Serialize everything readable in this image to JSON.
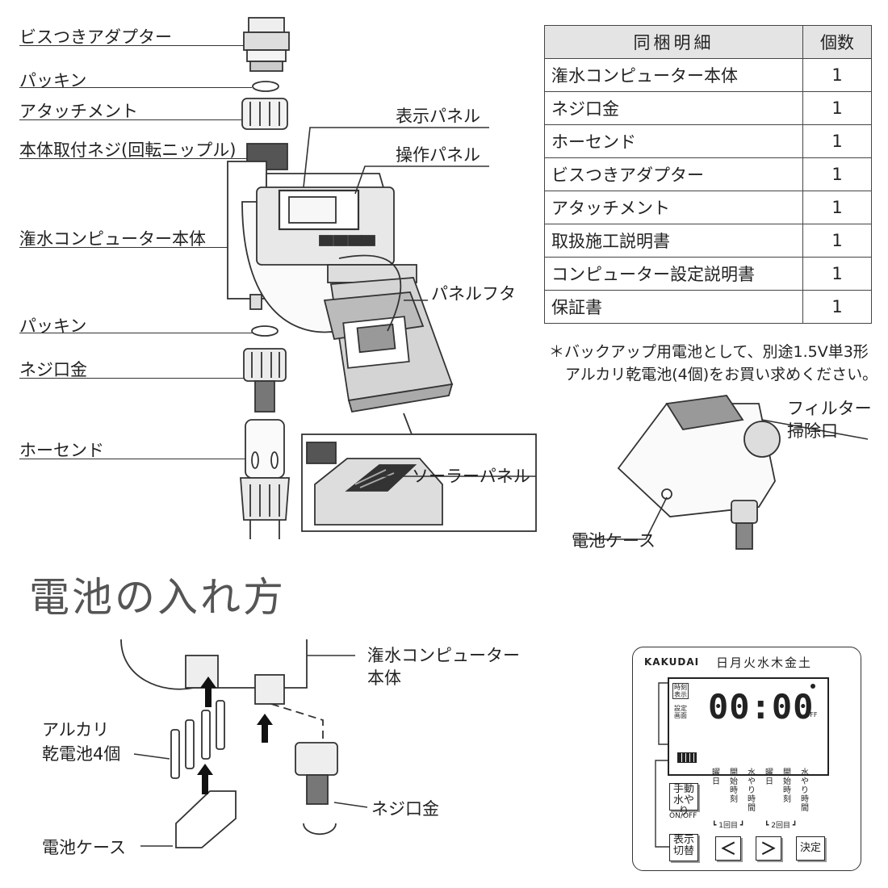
{
  "left_labels": {
    "screw_adapter": "ビスつきアダプター",
    "packing_top": "パッキン",
    "attachment": "アタッチメント",
    "body_nipple": "本体取付ネジ(回転ニップル)",
    "main_body": "潅水コンピューター本体",
    "packing_bottom": "パッキン",
    "screw_fitting": "ネジ口金",
    "hose_end": "ホーセンド"
  },
  "right_labels": {
    "display_panel": "表示パネル",
    "control_panel": "操作パネル",
    "panel_cover": "パネルフタ",
    "solar_panel": "ソーラーパネル",
    "filter_cleaning": [
      "フィルター",
      "掃除口"
    ],
    "battery_case": "電池ケース"
  },
  "parts_table": {
    "header_item": "同梱明細",
    "header_qty": "個数",
    "rows": [
      {
        "item": "潅水コンピューター本体",
        "qty": "1"
      },
      {
        "item": "ネジ口金",
        "qty": "1"
      },
      {
        "item": "ホーセンド",
        "qty": "1"
      },
      {
        "item": "ビスつきアダプター",
        "qty": "1"
      },
      {
        "item": "アタッチメント",
        "qty": "1"
      },
      {
        "item": "取扱施工説明書",
        "qty": "1"
      },
      {
        "item": "コンピューター設定説明書",
        "qty": "1"
      },
      {
        "item": "保証書",
        "qty": "1"
      }
    ]
  },
  "note": {
    "line1": "＊バックアップ用電池として、別途1.5V単3形",
    "line2": "アルカリ乾電池(4個)をお買い求めください。"
  },
  "battery_section": {
    "title": "電池の入れ方",
    "body_line1": "潅水コンピューター",
    "body_line2": "本体",
    "alkaline_line1": "アルカリ",
    "alkaline_line2": "乾電池4個",
    "fitting": "ネジ口金",
    "case": "電池ケース"
  },
  "control_panel": {
    "brand": "KAKUDAI",
    "days": "日月火水木金土",
    "time_display_tag": [
      "時刻",
      "表示"
    ],
    "setting_screen": [
      "設定",
      "画面"
    ],
    "time": "00:00",
    "off": "OFF",
    "columns": [
      "曜日",
      "開始時刻",
      "水やり時間",
      "曜日",
      "開始時刻",
      "水やり時間"
    ],
    "first": "1回目",
    "second": "2回目",
    "manual_button": [
      "手動",
      "水やり"
    ],
    "on_off": "ON/OFF",
    "display_switch_button": [
      "表示",
      "切替"
    ],
    "prev_button": "＜",
    "next_button": "＞",
    "enter_button": "決定"
  }
}
